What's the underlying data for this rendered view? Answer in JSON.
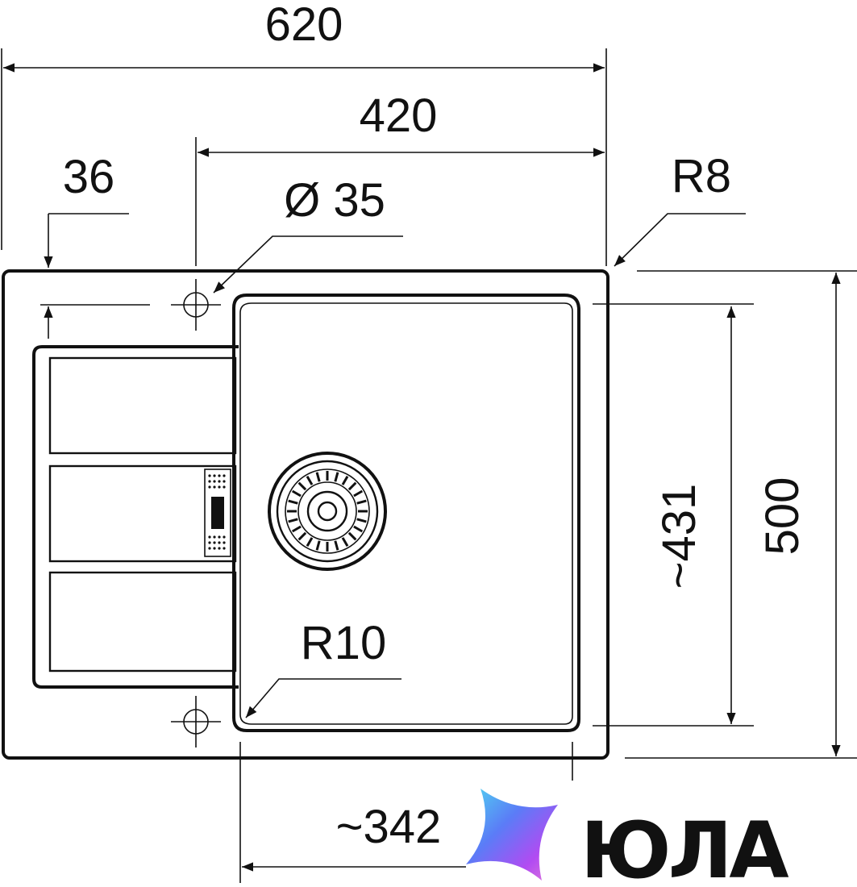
{
  "diagram": {
    "dimensions": {
      "overall_width": "620",
      "bowl_width": "420",
      "edge_offset": "36",
      "tap_hole": "Ø 35",
      "corner_radius_outer": "R8",
      "corner_radius_inner": "R10",
      "bowl_depth": "~431",
      "overall_depth": "500",
      "drainer_width": "~342"
    },
    "brand": {
      "name": "ЮЛА"
    },
    "colors": {
      "line": "#111111",
      "background": "#ffffff",
      "logo_gradient": [
        "#5b7cf7",
        "#4fd6f0",
        "#b14bf2",
        "#e37ad9"
      ]
    }
  }
}
